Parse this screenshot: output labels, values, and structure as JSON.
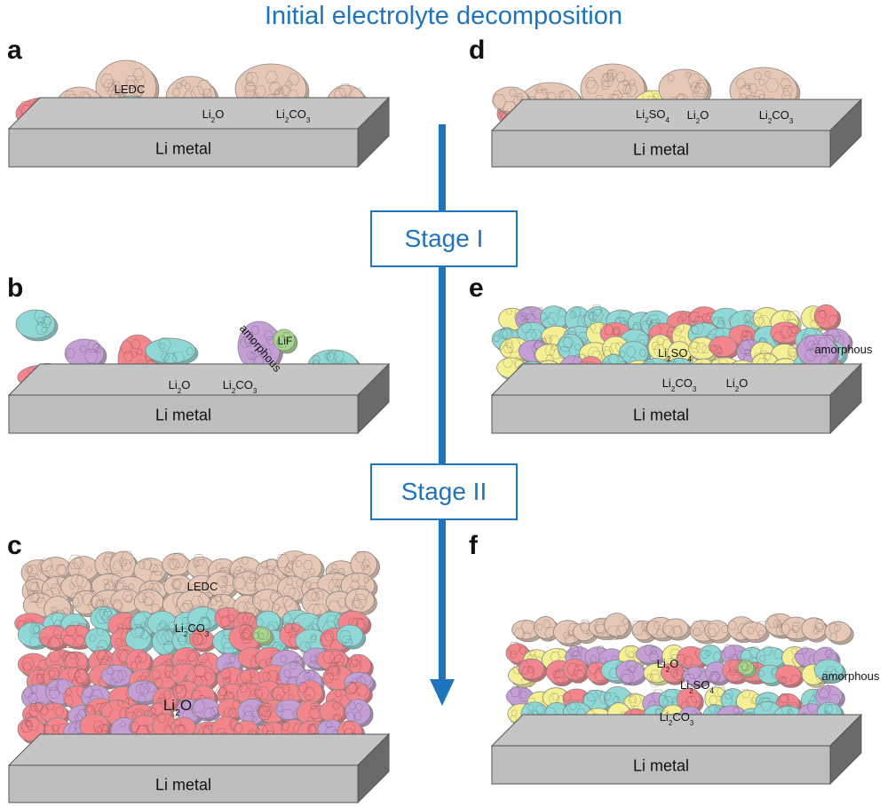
{
  "title": "Initial electrolyte decomposition",
  "stages": [
    "Stage I",
    "Stage II"
  ],
  "substrate": "Li metal",
  "panels": {
    "a": {
      "letter": "a",
      "labels": {
        "ledc": "LEDC",
        "li2o": [
          "Li",
          "2",
          "O"
        ],
        "li2co3": [
          "Li",
          "2",
          "CO",
          "3"
        ]
      }
    },
    "b": {
      "letter": "b",
      "labels": {
        "amorphous": "amorphous",
        "lif": "LiF",
        "li2o": [
          "Li",
          "2",
          "O"
        ],
        "li2co3": [
          "Li",
          "2",
          "CO",
          "3"
        ]
      }
    },
    "c": {
      "letter": "c",
      "labels": {
        "ledc": "LEDC",
        "li2co3": [
          "Li",
          "2",
          "CO",
          "3"
        ],
        "li2o": [
          "Li",
          "2",
          "O"
        ]
      }
    },
    "d": {
      "letter": "d",
      "labels": {
        "li2so4": [
          "Li",
          "2",
          "SO",
          "4"
        ],
        "li2o": [
          "Li",
          "2",
          "O"
        ],
        "li2co3": [
          "Li",
          "2",
          "CO",
          "3"
        ]
      }
    },
    "e": {
      "letter": "e",
      "labels": {
        "li2so4": [
          "Li",
          "2",
          "SO",
          "4"
        ],
        "amorphous": "amorphous",
        "li2co3": [
          "Li",
          "2",
          "CO",
          "3"
        ],
        "li2o": [
          "Li",
          "2",
          "O"
        ]
      }
    },
    "f": {
      "letter": "f",
      "labels": {
        "li2o": [
          "Li",
          "2",
          "O"
        ],
        "li2so4": [
          "Li",
          "2",
          "SO",
          "4"
        ],
        "amorphous": "amorphous",
        "li2co3": [
          "Li",
          "2",
          "CO",
          "3"
        ]
      }
    }
  },
  "colors": {
    "accent": "#1f74be",
    "ledc": "#e6c7b5",
    "li2o": "#f2868c",
    "li2co3": "#8fd8d6",
    "amorphous": "#c49fd6",
    "lif": "#a8d68f",
    "li2so4": "#f5ef95",
    "slab_top": "#c5c5c5",
    "slab_front": "#bdbdbd",
    "slab_side": "#6a6a6a"
  }
}
